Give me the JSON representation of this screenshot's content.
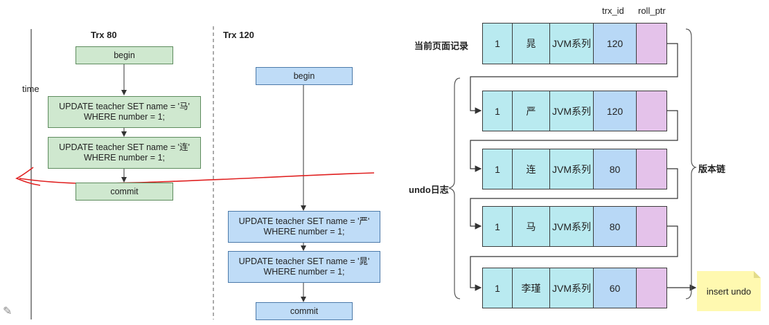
{
  "left": {
    "time_label": "time",
    "trx80": {
      "title": "Trx 80",
      "steps": [
        "begin",
        "UPDATE teacher  SET name = '马'\nWHERE number = 1;",
        "UPDATE teacher  SET name = '连'\nWHERE number = 1;",
        "commit"
      ]
    },
    "trx120": {
      "title": "Trx 120",
      "steps": [
        "begin",
        "UPDATE teacher  SET name = '严'\nWHERE number = 1;",
        "UPDATE teacher  SET name = '晁'\nWHERE number = 1;",
        "commit"
      ]
    }
  },
  "right": {
    "headers": {
      "trx_id": "trx_id",
      "roll_ptr": "roll_ptr"
    },
    "current_label": "当前页面记录",
    "undo_label": "undo日志",
    "chain_label": "版本链",
    "insert_undo_label": "insert undo",
    "records": [
      {
        "id": "1",
        "name": "晁",
        "class": "JVM系列",
        "trx_id": "120"
      },
      {
        "id": "1",
        "name": "严",
        "class": "JVM系列",
        "trx_id": "120"
      },
      {
        "id": "1",
        "name": "连",
        "class": "JVM系列",
        "trx_id": "80"
      },
      {
        "id": "1",
        "name": "马",
        "class": "JVM系列",
        "trx_id": "80"
      },
      {
        "id": "1",
        "name": "李瑾",
        "class": "JVM系列",
        "trx_id": "60"
      }
    ]
  },
  "colors": {
    "green_box": "#cfe8cf",
    "blue_box": "#bfdcf7",
    "cyan_cell": "#b9eaf0",
    "trx_cell": "#b8d8f6",
    "roll_cell": "#e4c2ea",
    "note": "#fff9b0",
    "red_line": "#e02020"
  }
}
